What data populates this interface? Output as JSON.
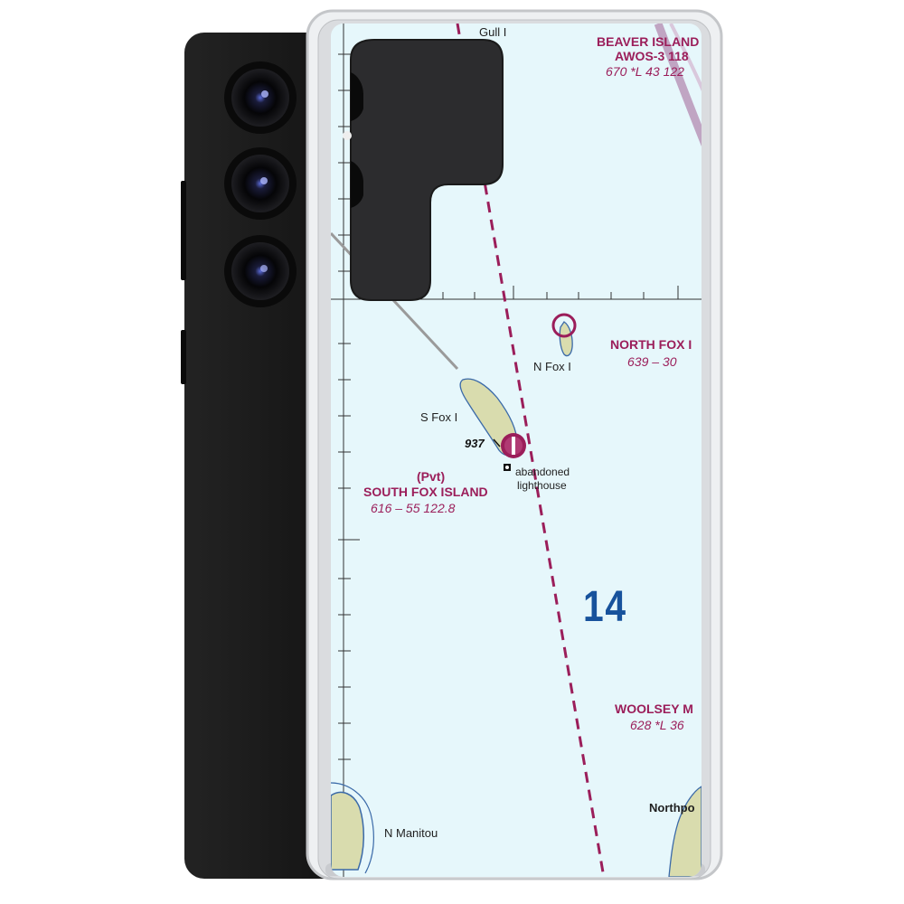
{
  "colors": {
    "water": "#e6f7fb",
    "airway": "#9b1e5a",
    "sector_number": "#17529c",
    "land": "#d9dcae",
    "phone_body": "#141414",
    "case_frame": "#cfd0d2"
  },
  "icons": {
    "airport_symbol": "circle-airport-icon",
    "lighthouse_symbol": "square-dot-icon",
    "camera_lens": "camera-lens-icon"
  },
  "labels": {
    "gull_island": "Gull I",
    "beaver_island_name": "BEAVER ISLAND",
    "beaver_island_awos": "AWOS-3  118",
    "beaver_island_data": "670 *L 43 122",
    "north_fox_island_name": "NORTH FOX I",
    "north_fox_island_data": "639  –  30",
    "n_fox_island": "N Fox I",
    "s_fox_island": "S Fox I",
    "elevation": "937",
    "abandoned": "abandoned",
    "lighthouse": "lighthouse",
    "south_fox_pvt": "(Pvt)",
    "south_fox_name": "SOUTH FOX ISLAND",
    "south_fox_data": "616  –  55  122.8",
    "sector_number": "14",
    "woolsey_name": "WOOLSEY M",
    "woolsey_data": "628  *L 36",
    "northport": "Northpo",
    "n_manitou": "N Manitou"
  }
}
